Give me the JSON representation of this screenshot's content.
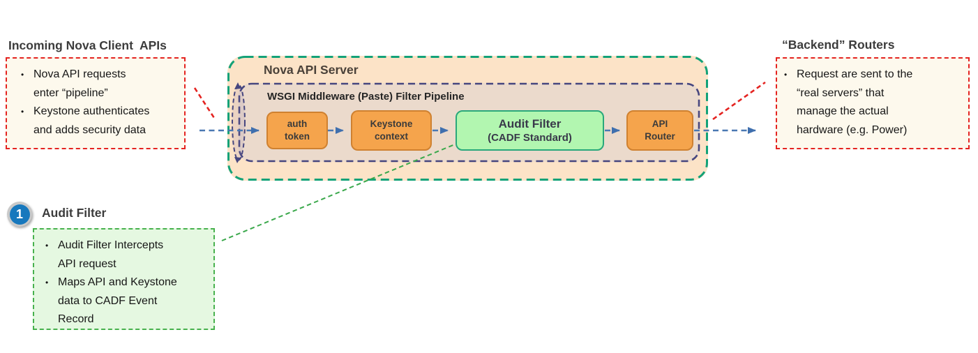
{
  "glyphs": {
    "bullet": "•"
  },
  "notes": {
    "incoming": {
      "heading": "Incoming Nova Client  APIs",
      "items": [
        "Nova API requests\nenter “pipeline”",
        "Keystone authenticates\nand adds security data"
      ]
    },
    "backend": {
      "heading": "“Backend” Routers",
      "items": [
        "Request are sent to the\n“real servers” that\nmanage the actual\nhardware (e.g. Power)"
      ]
    },
    "audit": {
      "badge": "1",
      "heading": "Audit Filter",
      "items": [
        "Audit Filter Intercepts\nAPI request",
        "Maps API and Keystone\ndata to CADF Event\nRecord"
      ]
    }
  },
  "server": {
    "title": "Nova API Server",
    "pipeline_title": "WSGI Middleware (Paste) Filter Pipeline",
    "filters": [
      {
        "line1": "auth",
        "line2": "token"
      },
      {
        "line1": "Keystone",
        "line2": "context"
      },
      {
        "line1": "Audit Filter",
        "line2": "(CADF Standard)"
      },
      {
        "line1": "API",
        "line2": "Router"
      }
    ]
  },
  "colors": {
    "nova_fill": "#fce3c7",
    "nova_border": "#13a278",
    "wsgi_fill": "#ebdacc",
    "wsgi_border": "#46467f",
    "middleware_fill": "#f5a44c",
    "middleware_border": "#cf8130",
    "audit_fill": "#b2f6b0",
    "audit_border": "#29a87b",
    "note_red_border": "#e42320",
    "note_cream_fill": "#fdf9ed",
    "note_green_border": "#47b14d",
    "note_green_fill": "#e5f8e1",
    "flow_arrow": "#3f6fae",
    "badge_blue": "#1778bd"
  }
}
